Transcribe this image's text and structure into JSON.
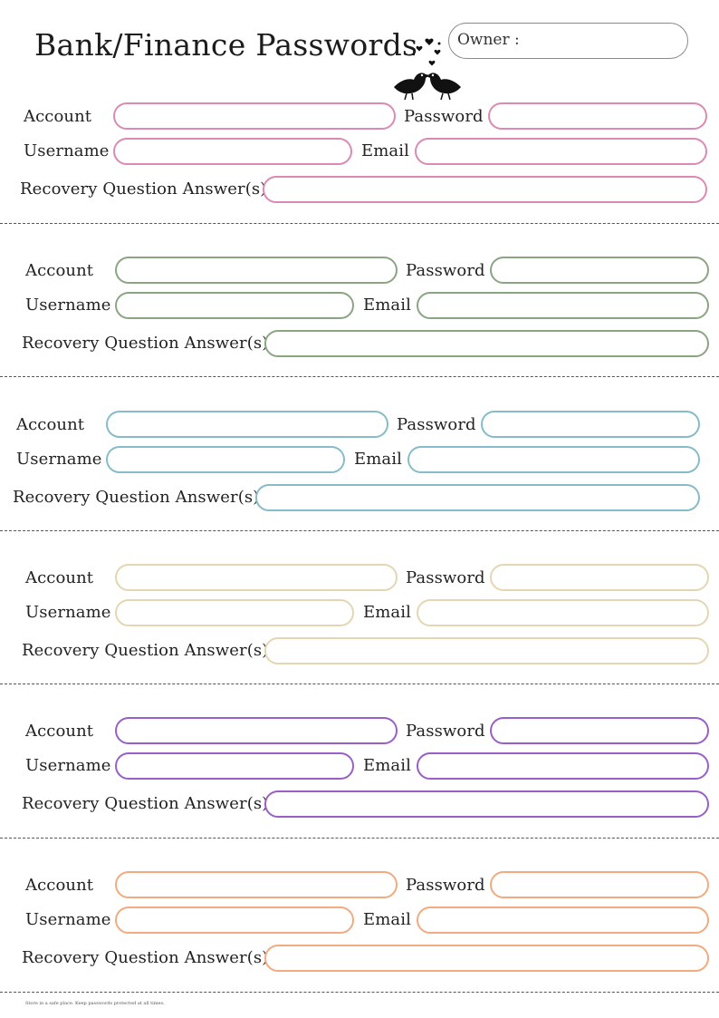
{
  "header": {
    "title": "Bank/Finance Passwords",
    "owner_label": "Owner :",
    "owner_value": ""
  },
  "labels": {
    "account": "Account",
    "password": "Password",
    "username": "Username",
    "email": "Email",
    "recovery": "Recovery Question Answer(s)"
  },
  "sections": [
    {
      "color": "#d98bb5",
      "account": "",
      "password": "",
      "username": "",
      "email": "",
      "recovery": ""
    },
    {
      "color": "#8aa582",
      "account": "",
      "password": "",
      "username": "",
      "email": "",
      "recovery": ""
    },
    {
      "color": "#86bcc9",
      "account": "",
      "password": "",
      "username": "",
      "email": "",
      "recovery": ""
    },
    {
      "color": "#e5d6b3",
      "account": "",
      "password": "",
      "username": "",
      "email": "",
      "recovery": ""
    },
    {
      "color": "#9a5fc6",
      "account": "",
      "password": "",
      "username": "",
      "email": "",
      "recovery": ""
    },
    {
      "color": "#f2aa80",
      "account": "",
      "password": "",
      "username": "",
      "email": "",
      "recovery": ""
    }
  ],
  "footer": {
    "note": "Store in a safe place. Keep passwords protected at all times."
  },
  "decoration": {
    "icon": "lovebirds-icon",
    "divider_color": "#555555"
  }
}
